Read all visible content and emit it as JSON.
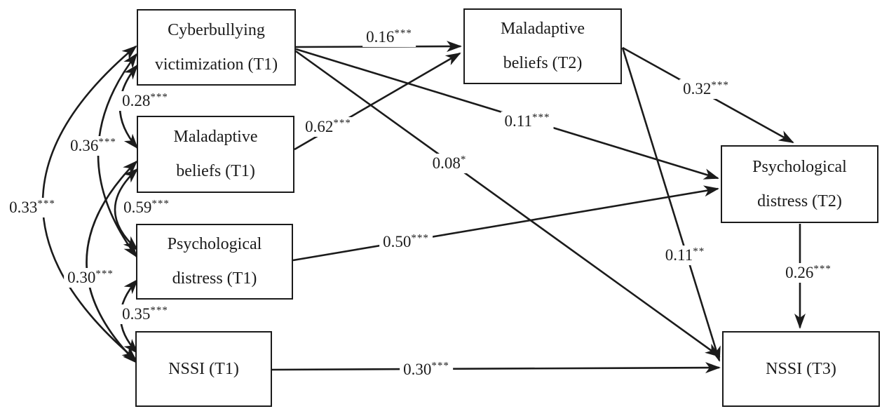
{
  "diagram_type": "longitudinal structural equation model path diagram",
  "colors": {
    "ink": "#1b1b1b",
    "background": "#ffffff"
  },
  "nodes": {
    "cv_t1": {
      "label": "Cyberbullying victimization (T1)",
      "line1": "Cyberbullying",
      "line2": "victimization (T1)"
    },
    "mb_t1": {
      "label": "Maladaptive beliefs (T1)",
      "line1": "Maladaptive",
      "line2": "beliefs (T1)"
    },
    "pd_t1": {
      "label": "Psychological distress (T1)",
      "line1": "Psychological",
      "line2": "distress (T1)"
    },
    "nssi_t1": {
      "label": "NSSI (T1)",
      "line1": "NSSI (T1)",
      "line2": ""
    },
    "mb_t2": {
      "label": "Maladaptive beliefs (T2)",
      "line1": "Maladaptive",
      "line2": "beliefs (T2)"
    },
    "pd_t2": {
      "label": "Psychological distress (T2)",
      "line1": "Psychological",
      "line2": "distress (T2)"
    },
    "nssi_t3": {
      "label": "NSSI (T3)",
      "line1": "NSSI (T3)",
      "line2": ""
    }
  },
  "paths": {
    "cv_t1_to_mb_t2": {
      "from": "cv_t1",
      "to": "mb_t2",
      "value": "0.16",
      "stars": "***"
    },
    "mb_t1_to_mb_t2": {
      "from": "mb_t1",
      "to": "mb_t2",
      "value": "0.62",
      "stars": "***"
    },
    "cv_t1_to_pd_t2": {
      "from": "cv_t1",
      "to": "pd_t2",
      "value": "0.11",
      "stars": "***"
    },
    "cv_t1_to_nssi_t3": {
      "from": "cv_t1",
      "to": "nssi_t3",
      "value": "0.08",
      "stars": "*"
    },
    "pd_t1_to_pd_t2": {
      "from": "pd_t1",
      "to": "pd_t2",
      "value": "0.50",
      "stars": "***"
    },
    "nssi_t1_to_nssi_t3": {
      "from": "nssi_t1",
      "to": "nssi_t3",
      "value": "0.30",
      "stars": "***"
    },
    "mb_t2_to_pd_t2": {
      "from": "mb_t2",
      "to": "pd_t2",
      "value": "0.32",
      "stars": "***"
    },
    "mb_t2_to_nssi_t3": {
      "from": "mb_t2",
      "to": "nssi_t3",
      "value": "0.11",
      "stars": "**"
    },
    "pd_t2_to_nssi_t3": {
      "from": "pd_t2",
      "to": "nssi_t3",
      "value": "0.26",
      "stars": "***"
    }
  },
  "correlations": {
    "cv_t1_mb_t1": {
      "between": "cv_t1 & mb_t1",
      "value": "0.28",
      "stars": "***"
    },
    "cv_t1_pd_t1": {
      "between": "cv_t1 & pd_t1",
      "value": "0.36",
      "stars": "***"
    },
    "cv_t1_nssi_t1": {
      "between": "cv_t1 & nssi_t1",
      "value": "0.33",
      "stars": "***"
    },
    "mb_t1_pd_t1": {
      "between": "mb_t1 & pd_t1",
      "value": "0.59",
      "stars": "***"
    },
    "mb_t1_nssi_t1": {
      "between": "mb_t1 & nssi_t1",
      "value": "0.30",
      "stars": "***"
    },
    "pd_t1_nssi_t1": {
      "between": "pd_t1 & nssi_t1",
      "value": "0.35",
      "stars": "***"
    }
  }
}
